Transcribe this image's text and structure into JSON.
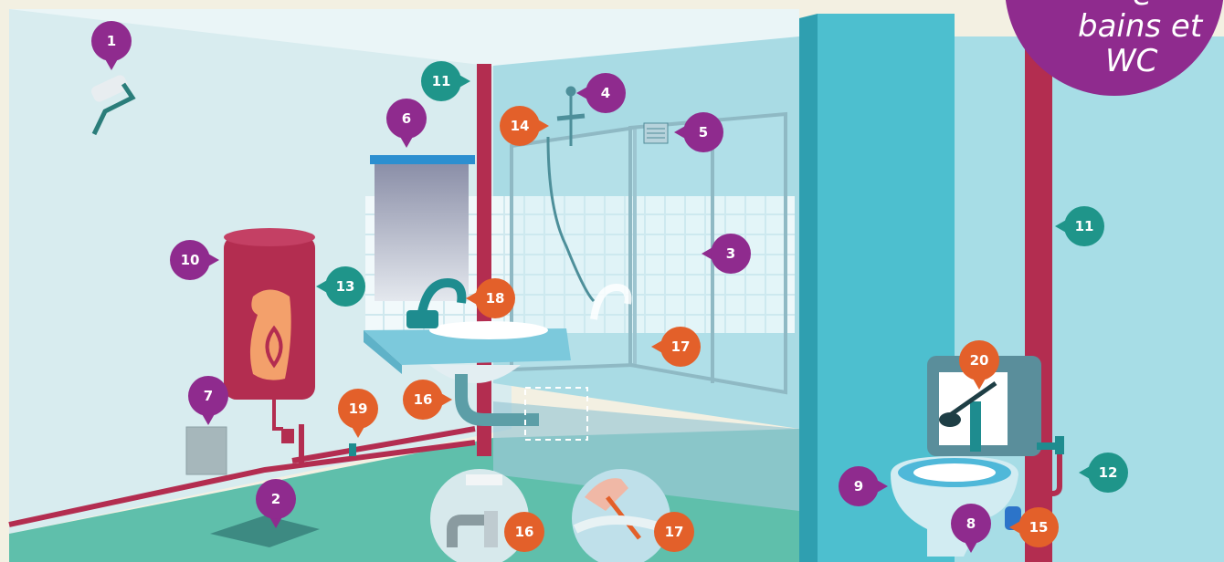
{
  "corner_title": {
    "line1": "e",
    "line2": "bains et",
    "line3": "WC"
  },
  "colors": {
    "purple": "#8f2b8e",
    "teal": "#1f958a",
    "orange": "#e3602a",
    "wall_left": "#d8ecef",
    "wall_right": "#bde4ea",
    "floor": "#5fbfab",
    "pipe": "#b32d50",
    "partition": "#40b3c3"
  },
  "icons": {
    "paint_roller": "paint-roller-icon",
    "water_heater": "water-heater-icon",
    "mirror": "mirror-icon",
    "shower": "shower-icon",
    "vent": "vent-grille-icon",
    "toilet": "toilet-icon",
    "tap": "mixer-tap-icon",
    "siphon": "siphon-icon",
    "caulk": "caulk-gun-icon"
  },
  "markers": [
    {
      "id": "m1",
      "label": "1",
      "color": "purple"
    },
    {
      "id": "m2",
      "label": "2",
      "color": "purple"
    },
    {
      "id": "m3",
      "label": "3",
      "color": "purple"
    },
    {
      "id": "m4",
      "label": "4",
      "color": "purple"
    },
    {
      "id": "m5",
      "label": "5",
      "color": "purple"
    },
    {
      "id": "m6",
      "label": "6",
      "color": "purple"
    },
    {
      "id": "m7",
      "label": "7",
      "color": "purple"
    },
    {
      "id": "m8",
      "label": "8",
      "color": "purple"
    },
    {
      "id": "m9",
      "label": "9",
      "color": "purple"
    },
    {
      "id": "m10",
      "label": "10",
      "color": "purple"
    },
    {
      "id": "m11a",
      "label": "11",
      "color": "teal"
    },
    {
      "id": "m11b",
      "label": "11",
      "color": "teal"
    },
    {
      "id": "m12",
      "label": "12",
      "color": "teal"
    },
    {
      "id": "m13",
      "label": "13",
      "color": "teal"
    },
    {
      "id": "m14",
      "label": "14",
      "color": "orange"
    },
    {
      "id": "m15",
      "label": "15",
      "color": "orange"
    },
    {
      "id": "m16a",
      "label": "16",
      "color": "orange"
    },
    {
      "id": "m16b",
      "label": "16",
      "color": "orange"
    },
    {
      "id": "m17a",
      "label": "17",
      "color": "orange"
    },
    {
      "id": "m17b",
      "label": "17",
      "color": "orange"
    },
    {
      "id": "m18",
      "label": "18",
      "color": "orange"
    },
    {
      "id": "m19",
      "label": "19",
      "color": "orange"
    },
    {
      "id": "m20",
      "label": "20",
      "color": "orange"
    }
  ]
}
